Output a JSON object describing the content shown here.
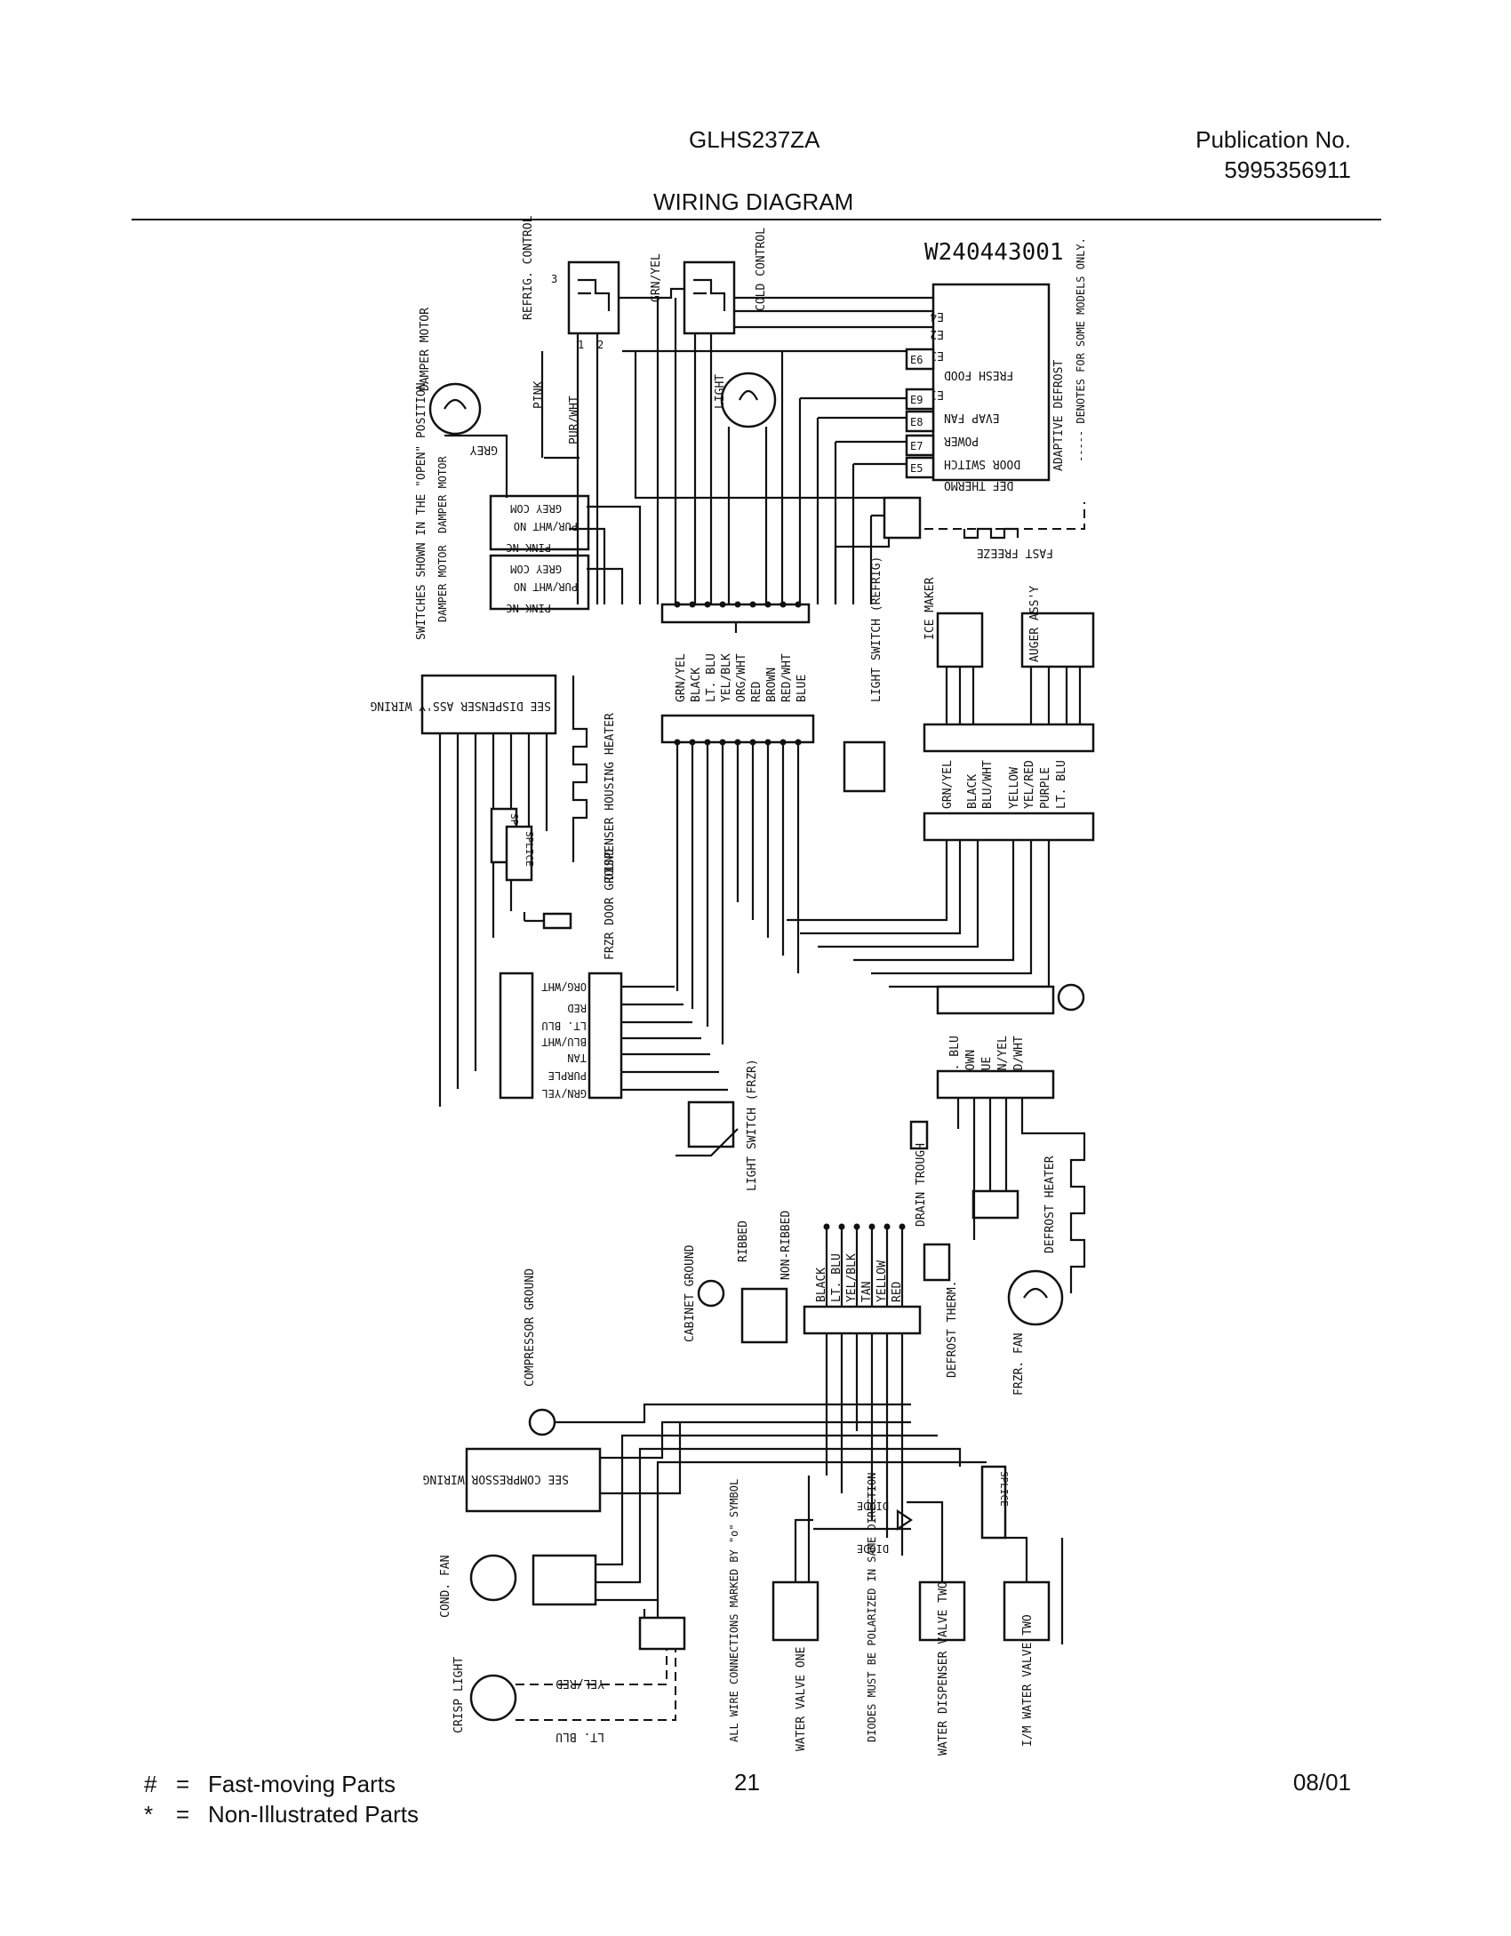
{
  "header": {
    "model": "GLHS237ZA",
    "publication_label": "Publication No.",
    "publication_number": "5995356911",
    "section_title": "WIRING DIAGRAM"
  },
  "diagram": {
    "part_number": "W240443001",
    "control_board": {
      "title": "ADAPTIVE DEFROST",
      "note": "----- DENOTES FOR SOME MODELS ONLY.",
      "terminals": [
        "E4",
        "E2",
        "E3",
        "FRESH FOOD",
        "E1",
        "EVAP FAN",
        "POWER",
        "DOOR SWITCH",
        "DEF THERMO"
      ],
      "connectors": [
        "E6",
        "E9",
        "E8",
        "E7",
        "E5"
      ]
    },
    "top_components": {
      "refrig_control": "REFRIG. CONTROL",
      "cold_control": "COLD CONTROL",
      "grn_yel": "GRN/YEL",
      "light": "LIGHT",
      "damper_motor": "DAMPER MOTOR",
      "pink": "PINK",
      "pur_wht": "PUR/WHT",
      "grey": "GREY",
      "switches_note": "SWITCHES SHOWN IN THE \"OPEN\" POSITION",
      "damper_motor_a": "DAMPER MOTOR",
      "damper_motor_b": "DAMPER MOTOR",
      "switch_labels": [
        "GREY COM",
        "PUR/WHT NO",
        "PINK NC"
      ],
      "fast_freeze": "FAST FREEZE",
      "pin_1": "1",
      "pin_2": "2",
      "pin_3": "3"
    },
    "main_harness": {
      "wires": [
        "GRN/YEL",
        "BLACK",
        "LT. BLU",
        "YEL/BLK",
        "ORG/WHT",
        "RED",
        "BROWN",
        "RED/WHT",
        "BLUE"
      ]
    },
    "left_section": {
      "dispenser": "SEE DISPENSER ASS'Y WIRING",
      "dispenser_heater": "DISPENSER HOUSING HEATER",
      "splice_1": "SPLICE",
      "splice_2": "SPLICE",
      "frzr_door_ground": "FRZR DOOR GROUND",
      "door_wires": [
        "ORG/WHT",
        "RED",
        "LT. BLU",
        "BLU/WHT",
        "TAN",
        "PURPLE",
        "GRN/YEL"
      ]
    },
    "right_section": {
      "ice_maker": "ICE MAKER",
      "auger": "AUGER ASS'Y",
      "light_switch_refrig": "LIGHT SWITCH (REFRIG)",
      "ice_wires": [
        "GRN/YEL",
        "BLACK",
        "BLU/WHT",
        "YELLOW",
        "YEL/RED",
        "PURPLE",
        "LT. BLU"
      ],
      "lower_wires": [
        "LT. BLU",
        "BROWN",
        "BLUE",
        "GRN/YEL",
        "RED/WHT"
      ],
      "drain_trough": "DRAIN TROUGH",
      "defrost_heater": "DEFROST HEATER",
      "defrost_therm": "DEFROST THERM.",
      "frzr_fan": "FRZR. FAN"
    },
    "middle_section": {
      "light_switch_frzr": "LIGHT SWITCH (FRZR)",
      "ribbed": "RIBBED",
      "non_ribbed": "NON-RIBBED",
      "cabinet_ground": "CABINET GROUND",
      "bottom_wires": [
        "BLACK",
        "LT. BLU",
        "YEL/BLK",
        "TAN",
        "YELLOW",
        "RED"
      ]
    },
    "bottom_section": {
      "compressor_ground": "COMPRESSOR GROUND",
      "compressor": "SEE COMPRESSOR WIRING",
      "cond_fan": "COND. FAN",
      "crisp_light": "CRISP LIGHT",
      "yel_red": "YEL/RED",
      "lt_blu": "LT. BLU",
      "note_connections": "ALL WIRE CONNECTIONS MARKED BY \"o\" SYMBOL",
      "diode_1": "DIODE",
      "diode_2": "DIODE",
      "splice": "SPLICE",
      "water_valve_one": "WATER VALVE ONE",
      "diodes_note": "DIODES MUST BE POLARIZED IN SAME DIRECTION",
      "water_dispenser_valve": "WATER DISPENSER VALVE TWO",
      "im_water_valve": "I/M WATER VALVE TWO"
    }
  },
  "footer": {
    "legend": [
      {
        "symbol": "#",
        "text": "Fast-moving Parts"
      },
      {
        "symbol": "*",
        "text": "Non-Illustrated Parts"
      }
    ],
    "page_number": "21",
    "date": "08/01"
  }
}
